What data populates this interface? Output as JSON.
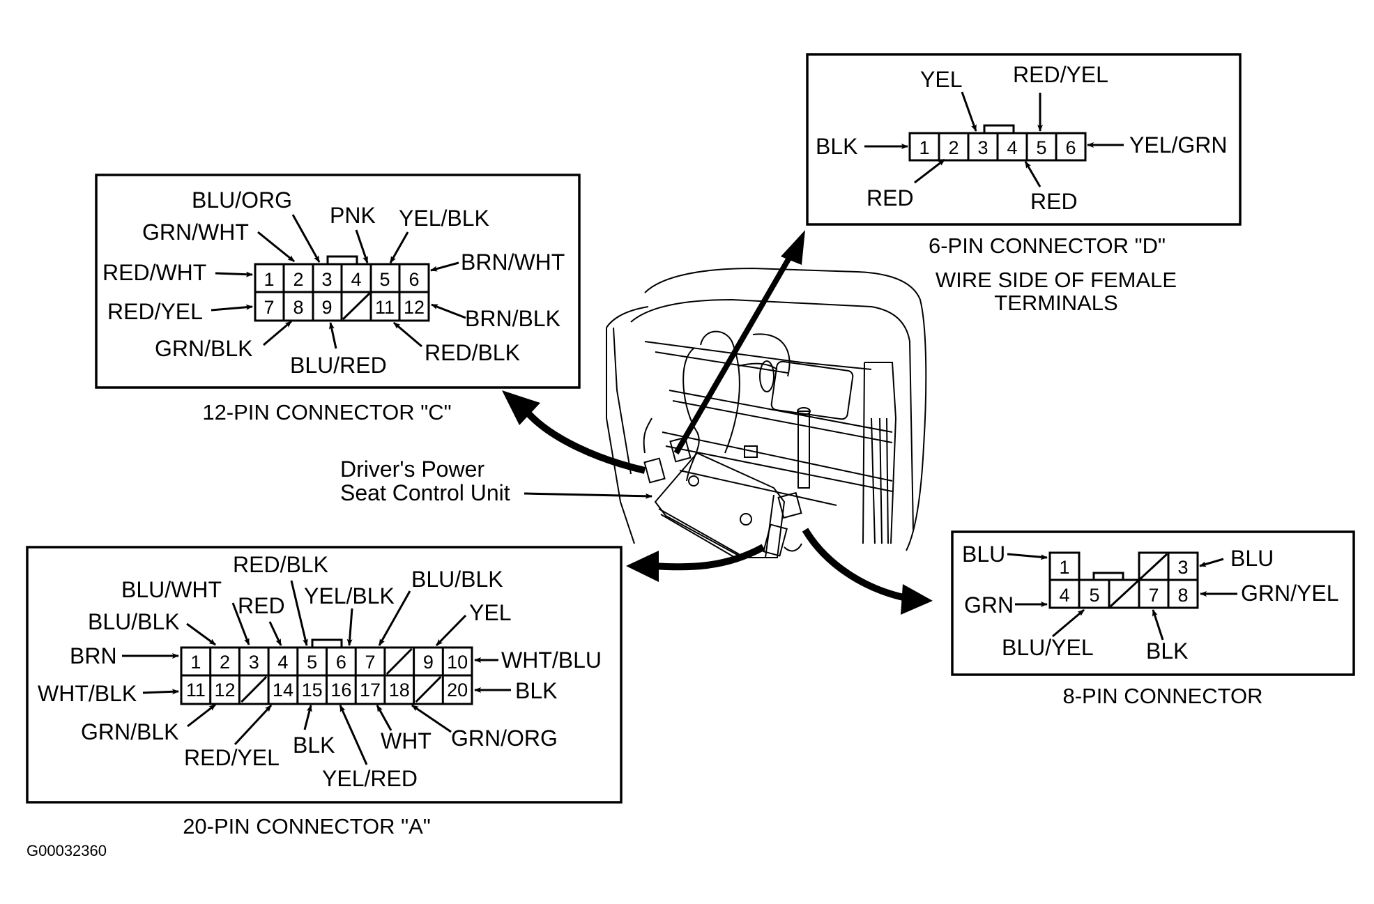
{
  "figure_id": "G00032360",
  "control_unit_label": [
    "Driver's Power",
    "Seat Control Unit"
  ],
  "connector_d": {
    "caption": "6-PIN CONNECTOR \"D\"",
    "note": [
      "WIRE SIDE OF FEMALE",
      "TERMINALS"
    ],
    "pins": [
      "1",
      "2",
      "3",
      "4",
      "5",
      "6"
    ],
    "wires": {
      "pin1": "BLK",
      "pin2": "RED",
      "pin3": "YEL",
      "pin4": "RED",
      "pin5": "RED/YEL",
      "pin6": "YEL/GRN"
    }
  },
  "connector_c": {
    "caption": "12-PIN CONNECTOR \"C\"",
    "top_row": [
      "1",
      "2",
      "3",
      "4",
      "5",
      "6"
    ],
    "bottom_row": [
      "7",
      "8",
      "9",
      "",
      "11",
      "12"
    ],
    "wires": {
      "pin1": "RED/WHT",
      "pin2": "GRN/WHT",
      "pin3": "BLU/ORG",
      "pin4": "PNK",
      "pin5": "YEL/BLK",
      "pin6": "BRN/WHT",
      "pin7": "RED/YEL",
      "pin8": "GRN/BLK",
      "pin9": "BLU/RED",
      "pin11": "RED/BLK",
      "pin12": "BRN/BLK"
    }
  },
  "connector_a": {
    "caption": "20-PIN CONNECTOR \"A\"",
    "top_row": [
      "1",
      "2",
      "3",
      "4",
      "5",
      "6",
      "7",
      "",
      "9",
      "10"
    ],
    "bottom_row": [
      "11",
      "12",
      "",
      "14",
      "15",
      "16",
      "17",
      "18",
      "",
      "20"
    ],
    "wires": {
      "pin1": "BRN",
      "pin2": "BLU/BLK",
      "pin3": "BLU/WHT",
      "pin4": "RED",
      "pin5": "RED/BLK",
      "pin6": "YEL/BLK",
      "pin7": "BLU/BLK",
      "pin9": "YEL",
      "pin10": "WHT/BLU",
      "pin11": "WHT/BLK",
      "pin12": "GRN/BLK",
      "pin14": "RED/YEL",
      "pin15": "BLK",
      "pin16": "YEL/RED",
      "pin17": "WHT",
      "pin18": "GRN/ORG",
      "pin20": "BLK"
    }
  },
  "connector_8": {
    "caption": "8-PIN CONNECTOR",
    "pins": [
      "1",
      "3",
      "4",
      "5",
      "7",
      "8"
    ],
    "wires": {
      "pin1": "BLU",
      "pin3": "BLU",
      "pin4": "GRN",
      "pin5": "BLU/YEL",
      "pin7": "BLK",
      "pin8": "GRN/YEL"
    }
  }
}
